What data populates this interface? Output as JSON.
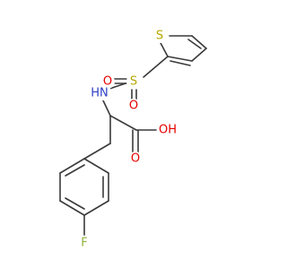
{
  "colors": {
    "bond": "#3a3a3a",
    "sulfur": "#b5a800",
    "oxygen": "#e60000",
    "nitrogen": "#2f3fc4",
    "fluorine": "#8fb23c",
    "hydrogen_label": "#3a3a3a"
  },
  "atoms": {
    "thiophene_s": "S",
    "sulfonyl_s": "S",
    "sulfonyl_o_left": "O",
    "sulfonyl_o_bottom": "O",
    "amine": "HN",
    "hydroxyl": "OH",
    "carbonyl_o": "O",
    "fluorine": "F"
  }
}
